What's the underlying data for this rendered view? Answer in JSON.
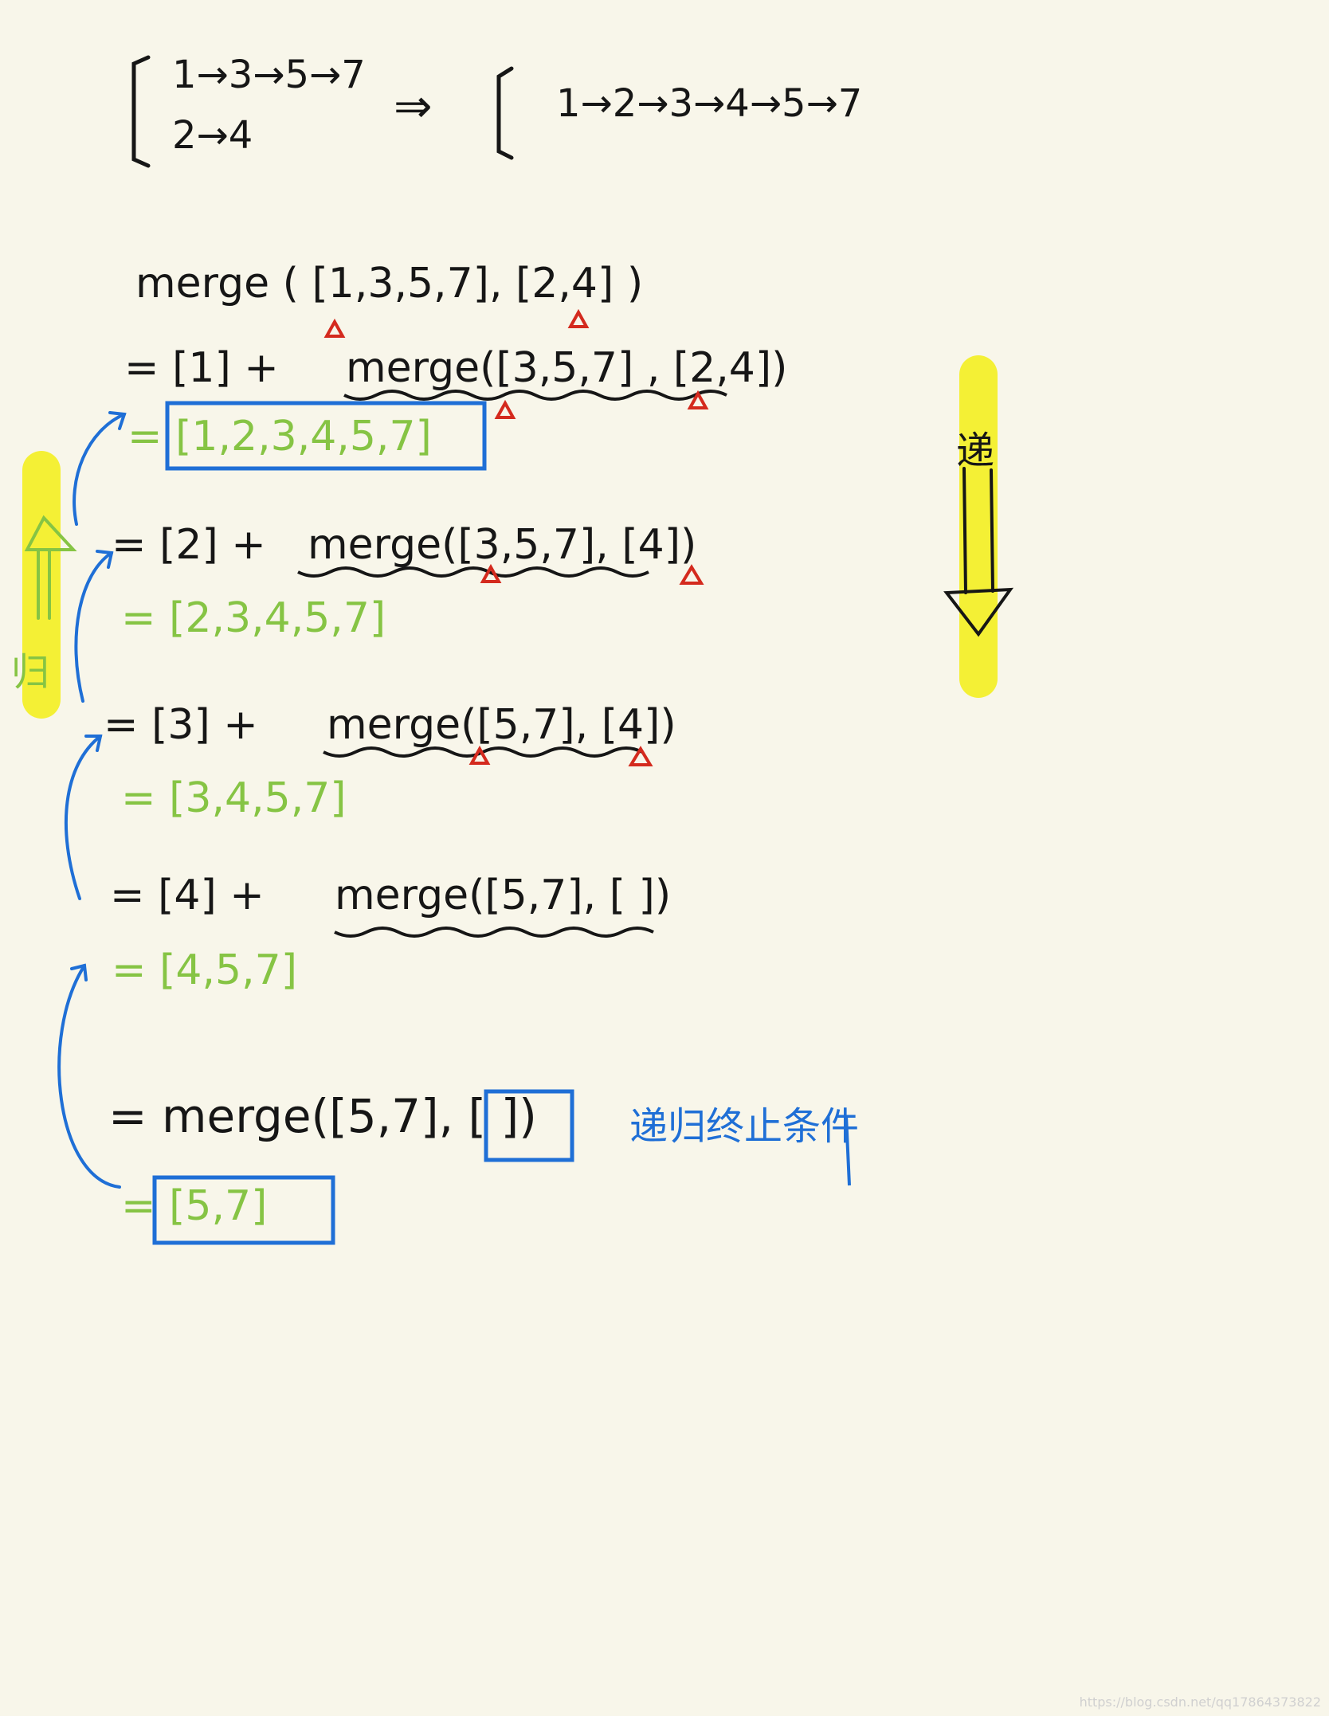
{
  "top": {
    "list_a": "1→3→5→7",
    "list_b": "2→4",
    "implies": "⇒",
    "result": "1→2→3→4→5→7"
  },
  "steps": [
    {
      "black": "merge ( [1,3,5,7],  [2,4] )"
    },
    {
      "black": "= [1]  +  ",
      "call": "merge([3,5,7] , [2,4])",
      "green": "= [1,2,3,4,5,7]"
    },
    {
      "black": "= [2]  +  ",
      "call": "merge([3,5,7], [4])",
      "green": "= [2,3,4,5,7]"
    },
    {
      "black": "= [3] +  ",
      "call": "merge([5,7], [4])",
      "green": "= [3,4,5,7]"
    },
    {
      "black": "= [4]  +  ",
      "call": "merge([5,7], [ ])",
      "green": "= [4,5,7]"
    },
    {
      "black": "=  merge([5,7], [ ])",
      "green": "= [5,7]"
    }
  ],
  "termination_label": "递归终止条件",
  "side_labels": {
    "down": "递",
    "up": "归"
  },
  "watermark": "https://blog.csdn.net/qq17864373822",
  "colors": {
    "background": "#f8f6ea",
    "ink": "#161616",
    "green": "#86c444",
    "blue": "#1f6fd6",
    "red": "#d42a1e",
    "highlighter": "#f4f035"
  }
}
